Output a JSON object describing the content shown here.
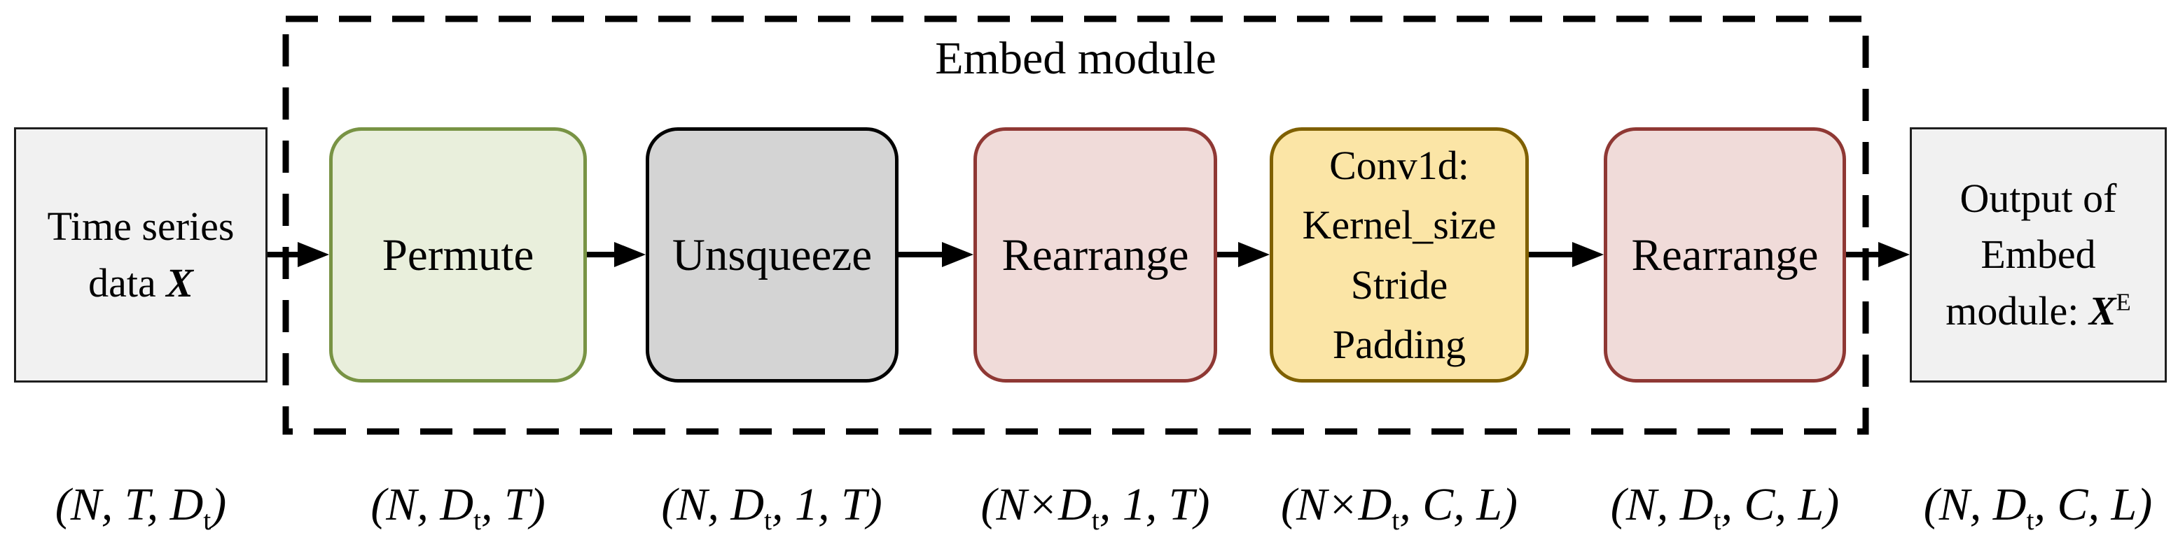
{
  "figure": {
    "title": "Embed module",
    "input_box": {
      "label": "Time series\ndata **X**",
      "shape": "(N, T, D_{t})",
      "colors": {
        "fill": "#f1f1f1",
        "border": "#1f1f1f"
      }
    },
    "steps": [
      {
        "label": "Permute",
        "shape": "(N, D_{t}, T)",
        "colors": {
          "fill": "#e9efdc",
          "border": "#789344"
        }
      },
      {
        "label": "Unsqueeze",
        "shape": "(N, D_{t}, 1, T)",
        "colors": {
          "fill": "#d4d4d4",
          "border": "#000000"
        }
      },
      {
        "label": "Rearrange",
        "shape": "(N×D_{t}, 1, T)",
        "colors": {
          "fill": "#f0dbd9",
          "border": "#8f3834"
        }
      },
      {
        "label": "Conv1d:\nKernel_size\nStride\nPadding",
        "shape": "(N×D_{t}, C, L)",
        "colors": {
          "fill": "#fbe5a6",
          "border": "#7f6000"
        }
      },
      {
        "label": "Rearrange",
        "shape": "(N, D_{t}, C, L)",
        "colors": {
          "fill": "#f0dbd9",
          "border": "#8f3834"
        }
      }
    ],
    "output_box": {
      "label": "Output of\nEmbed\nmodule: **X**^{E}",
      "shape": "(N, D_{t}, C, L)",
      "colors": {
        "fill": "#f1f1f1",
        "border": "#1f1f1f"
      }
    }
  }
}
